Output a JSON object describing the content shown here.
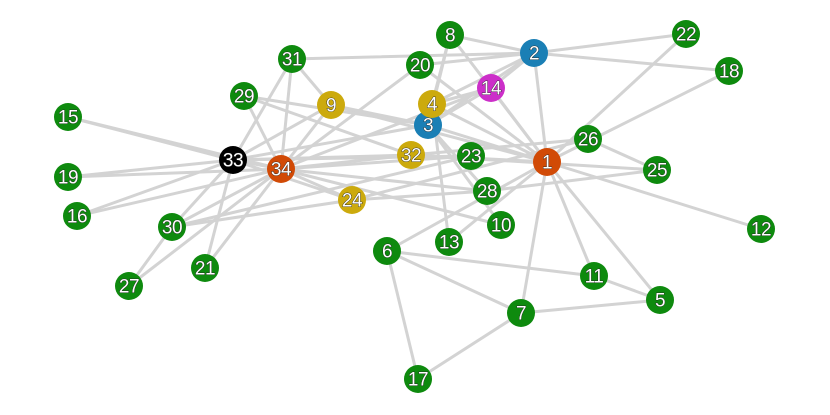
{
  "colors": {
    "green": "#0e8a0e",
    "orange": "#d14a06",
    "blue": "#1a7fb5",
    "yellow": "#ccaa0d",
    "magenta": "#cc2fc9",
    "black": "#000000",
    "edge": "#d3d3d3"
  },
  "nodes": [
    {
      "id": "1",
      "label": "1",
      "color": "orange"
    },
    {
      "id": "2",
      "label": "2",
      "color": "blue"
    },
    {
      "id": "3",
      "label": "3",
      "color": "blue"
    },
    {
      "id": "4",
      "label": "4",
      "color": "yellow"
    },
    {
      "id": "5",
      "label": "5",
      "color": "green"
    },
    {
      "id": "6",
      "label": "6",
      "color": "green"
    },
    {
      "id": "7",
      "label": "7",
      "color": "green"
    },
    {
      "id": "8",
      "label": "8",
      "color": "green"
    },
    {
      "id": "9",
      "label": "9",
      "color": "yellow"
    },
    {
      "id": "10",
      "label": "10",
      "color": "green"
    },
    {
      "id": "11",
      "label": "11",
      "color": "green"
    },
    {
      "id": "12",
      "label": "12",
      "color": "green"
    },
    {
      "id": "13",
      "label": "13",
      "color": "green"
    },
    {
      "id": "14",
      "label": "14",
      "color": "magenta"
    },
    {
      "id": "15",
      "label": "15",
      "color": "green"
    },
    {
      "id": "16",
      "label": "16",
      "color": "green"
    },
    {
      "id": "17",
      "label": "17",
      "color": "green"
    },
    {
      "id": "18",
      "label": "18",
      "color": "green"
    },
    {
      "id": "19",
      "label": "19",
      "color": "green"
    },
    {
      "id": "20",
      "label": "20",
      "color": "green"
    },
    {
      "id": "21",
      "label": "21",
      "color": "green"
    },
    {
      "id": "22",
      "label": "22",
      "color": "green"
    },
    {
      "id": "23",
      "label": "23",
      "color": "green"
    },
    {
      "id": "24",
      "label": "24",
      "color": "yellow"
    },
    {
      "id": "25",
      "label": "25",
      "color": "green"
    },
    {
      "id": "26",
      "label": "26",
      "color": "green"
    },
    {
      "id": "27",
      "label": "27",
      "color": "green"
    },
    {
      "id": "28",
      "label": "28",
      "color": "green"
    },
    {
      "id": "29",
      "label": "29",
      "color": "green"
    },
    {
      "id": "30",
      "label": "30",
      "color": "green"
    },
    {
      "id": "31",
      "label": "31",
      "color": "green"
    },
    {
      "id": "32",
      "label": "32",
      "color": "yellow"
    },
    {
      "id": "33",
      "label": "33",
      "color": "black"
    },
    {
      "id": "34",
      "label": "34",
      "color": "orange"
    }
  ],
  "edges": [
    [
      "1",
      "2"
    ],
    [
      "1",
      "3"
    ],
    [
      "1",
      "4"
    ],
    [
      "1",
      "5"
    ],
    [
      "1",
      "6"
    ],
    [
      "1",
      "7"
    ],
    [
      "1",
      "8"
    ],
    [
      "1",
      "9"
    ],
    [
      "1",
      "11"
    ],
    [
      "1",
      "12"
    ],
    [
      "1",
      "13"
    ],
    [
      "1",
      "14"
    ],
    [
      "1",
      "18"
    ],
    [
      "1",
      "20"
    ],
    [
      "1",
      "22"
    ],
    [
      "1",
      "32"
    ],
    [
      "2",
      "3"
    ],
    [
      "2",
      "4"
    ],
    [
      "2",
      "8"
    ],
    [
      "2",
      "14"
    ],
    [
      "2",
      "18"
    ],
    [
      "2",
      "20"
    ],
    [
      "2",
      "22"
    ],
    [
      "2",
      "31"
    ],
    [
      "3",
      "4"
    ],
    [
      "3",
      "8"
    ],
    [
      "3",
      "9"
    ],
    [
      "3",
      "10"
    ],
    [
      "3",
      "14"
    ],
    [
      "3",
      "28"
    ],
    [
      "3",
      "29"
    ],
    [
      "3",
      "33"
    ],
    [
      "4",
      "8"
    ],
    [
      "4",
      "13"
    ],
    [
      "4",
      "14"
    ],
    [
      "5",
      "7"
    ],
    [
      "5",
      "11"
    ],
    [
      "6",
      "7"
    ],
    [
      "6",
      "11"
    ],
    [
      "6",
      "17"
    ],
    [
      "7",
      "17"
    ],
    [
      "9",
      "31"
    ],
    [
      "9",
      "33"
    ],
    [
      "9",
      "34"
    ],
    [
      "10",
      "34"
    ],
    [
      "14",
      "34"
    ],
    [
      "15",
      "33"
    ],
    [
      "15",
      "34"
    ],
    [
      "16",
      "33"
    ],
    [
      "16",
      "34"
    ],
    [
      "19",
      "33"
    ],
    [
      "19",
      "34"
    ],
    [
      "20",
      "34"
    ],
    [
      "21",
      "33"
    ],
    [
      "21",
      "34"
    ],
    [
      "23",
      "30"
    ],
    [
      "23",
      "33"
    ],
    [
      "23",
      "34"
    ],
    [
      "24",
      "26"
    ],
    [
      "24",
      "28"
    ],
    [
      "24",
      "30"
    ],
    [
      "24",
      "33"
    ],
    [
      "24",
      "34"
    ],
    [
      "25",
      "26"
    ],
    [
      "25",
      "28"
    ],
    [
      "25",
      "32"
    ],
    [
      "26",
      "32"
    ],
    [
      "27",
      "30"
    ],
    [
      "27",
      "34"
    ],
    [
      "28",
      "34"
    ],
    [
      "29",
      "32"
    ],
    [
      "29",
      "34"
    ],
    [
      "30",
      "33"
    ],
    [
      "30",
      "34"
    ],
    [
      "31",
      "33"
    ],
    [
      "31",
      "34"
    ],
    [
      "32",
      "33"
    ],
    [
      "32",
      "34"
    ],
    [
      "33",
      "34"
    ]
  ]
}
